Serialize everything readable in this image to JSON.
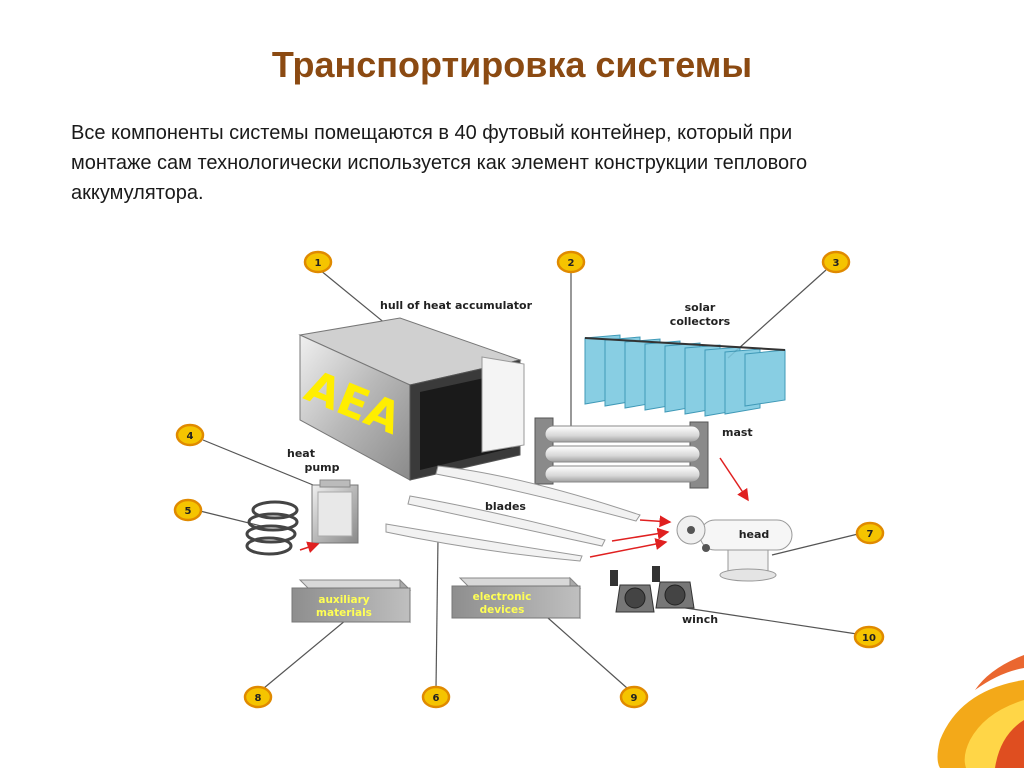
{
  "slide": {
    "title": "Транспортировка системы",
    "body_line1": "Все компоненты системы помещаются в 40 футовый контейнер, который при",
    "body_line2": "монтаже сам технологически используется как элемент конструкции теплового",
    "body_line3": "аккумулятора."
  },
  "diagram": {
    "hull_label": "hull of heat accumulator",
    "aea_logo": "AEA",
    "solar_line1": "solar",
    "solar_line2": "collectors",
    "mast_label": "mast",
    "heatpump_line1": "heat",
    "heatpump_line2": "pump",
    "blades_label": "blades",
    "head_label": "head",
    "aux_line1": "auxiliary",
    "aux_line2": "materials",
    "elec_line1": "electronic",
    "elec_line2": "devices",
    "winch_label": "winch",
    "markers": [
      "1",
      "2",
      "3",
      "4",
      "5",
      "6",
      "7",
      "8",
      "9",
      "10"
    ]
  },
  "colors": {
    "title": "#8b4a12",
    "marker_fill": "#f5c400",
    "marker_stroke": "#e08a00",
    "arrow_red": "#e02020",
    "label_yellow": "#ffff55",
    "solar_blue": "#3aa6c8"
  }
}
